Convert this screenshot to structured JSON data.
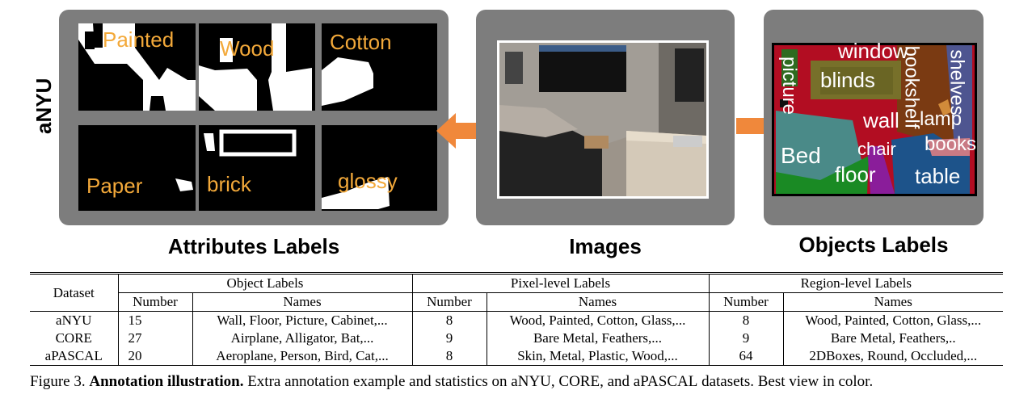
{
  "figure": {
    "side_label": "aNYU",
    "section_labels": {
      "attributes": "Attributes Labels",
      "images": "Images",
      "objects": "Objects Labels"
    },
    "attribute_tiles": [
      "Painted",
      "Wood",
      "Cotton",
      "Paper",
      "brick",
      "glossy"
    ],
    "object_labels": {
      "window": "window",
      "picture": "picture",
      "blinds": "blinds",
      "bookshelf": "bookshelf",
      "shelves": "shelves",
      "wall": "wall",
      "lamp": "lamp",
      "books": "books",
      "bed": "Bed",
      "chair": "chair",
      "floor": "floor",
      "table": "table"
    },
    "colors": {
      "panel": "#7d7d7d",
      "arrow": "#f0883b",
      "attr_text": "#f3a93a"
    }
  },
  "table": {
    "headers": {
      "dataset": "Dataset",
      "object_labels": "Object Labels",
      "pixel_labels": "Pixel-level Labels",
      "region_labels": "Region-level Labels",
      "number": "Number",
      "names": "Names"
    },
    "rows": [
      {
        "dataset": "aNYU",
        "obj_num": "15",
        "obj_names": "Wall, Floor, Picture, Cabinet,...",
        "pix_num": "8",
        "pix_names": "Wood, Painted, Cotton, Glass,...",
        "reg_num": "8",
        "reg_names": "Wood, Painted, Cotton, Glass,..."
      },
      {
        "dataset": "CORE",
        "obj_num": "27",
        "obj_names": "Airplane, Alligator, Bat,...",
        "pix_num": "9",
        "pix_names": "Bare Metal, Feathers,...",
        "reg_num": "9",
        "reg_names": "Bare Metal, Feathers,.."
      },
      {
        "dataset": "aPASCAL",
        "obj_num": "20",
        "obj_names": "Aeroplane, Person, Bird, Cat,...",
        "pix_num": "8",
        "pix_names": "Skin, Metal, Plastic, Wood,...",
        "reg_num": "64",
        "reg_names": "2DBoxes, Round, Occluded,..."
      }
    ]
  },
  "caption": {
    "prefix": "Figure 3.",
    "bold": "Annotation illustration.",
    "text_1": "Extra annotation example and statistics on a",
    "ds1": "NYU",
    "sep1": ", ",
    "ds2": "CORE",
    "sep2": ", and a",
    "ds3": "PASCAL",
    "text_2": " datasets. Best view in color."
  }
}
